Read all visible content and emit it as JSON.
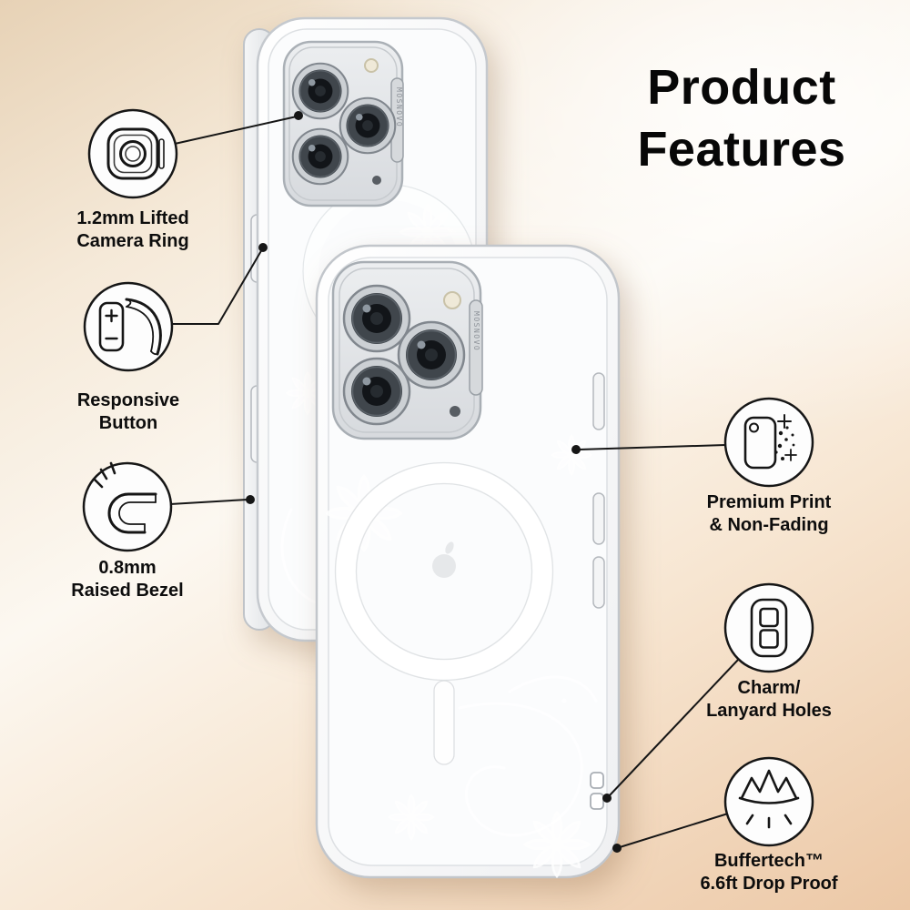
{
  "title": {
    "line1": "Product",
    "line2": "Features"
  },
  "brand": "MOSNOVO",
  "features": [
    {
      "id": "lifted-camera-ring",
      "icon": "camera-ring-icon",
      "line1": "1.2mm Lifted",
      "line2": "Camera Ring"
    },
    {
      "id": "responsive-button",
      "icon": "responsive-button-icon",
      "line1": "Responsive",
      "line2": "Button"
    },
    {
      "id": "raised-bezel",
      "icon": "raised-bezel-icon",
      "line1": "0.8mm",
      "line2": "Raised Bezel"
    },
    {
      "id": "premium-print",
      "icon": "premium-print-icon",
      "line1": "Premium Print",
      "line2": "& Non-Fading"
    },
    {
      "id": "charm-lanyard-holes",
      "icon": "lanyard-holes-icon",
      "line1": "Charm/",
      "line2": "Lanyard Holes"
    },
    {
      "id": "buffertech-drop-proof",
      "icon": "drop-proof-icon",
      "line1": "Buffertech™",
      "line2": "6.6ft Drop Proof"
    }
  ],
  "colors": {
    "background_top": "#e7d2b6",
    "background_bottom": "#ecc8a6",
    "callout_line": "#161616",
    "text": "#0d0d0d",
    "pattern": "#ffffff"
  }
}
